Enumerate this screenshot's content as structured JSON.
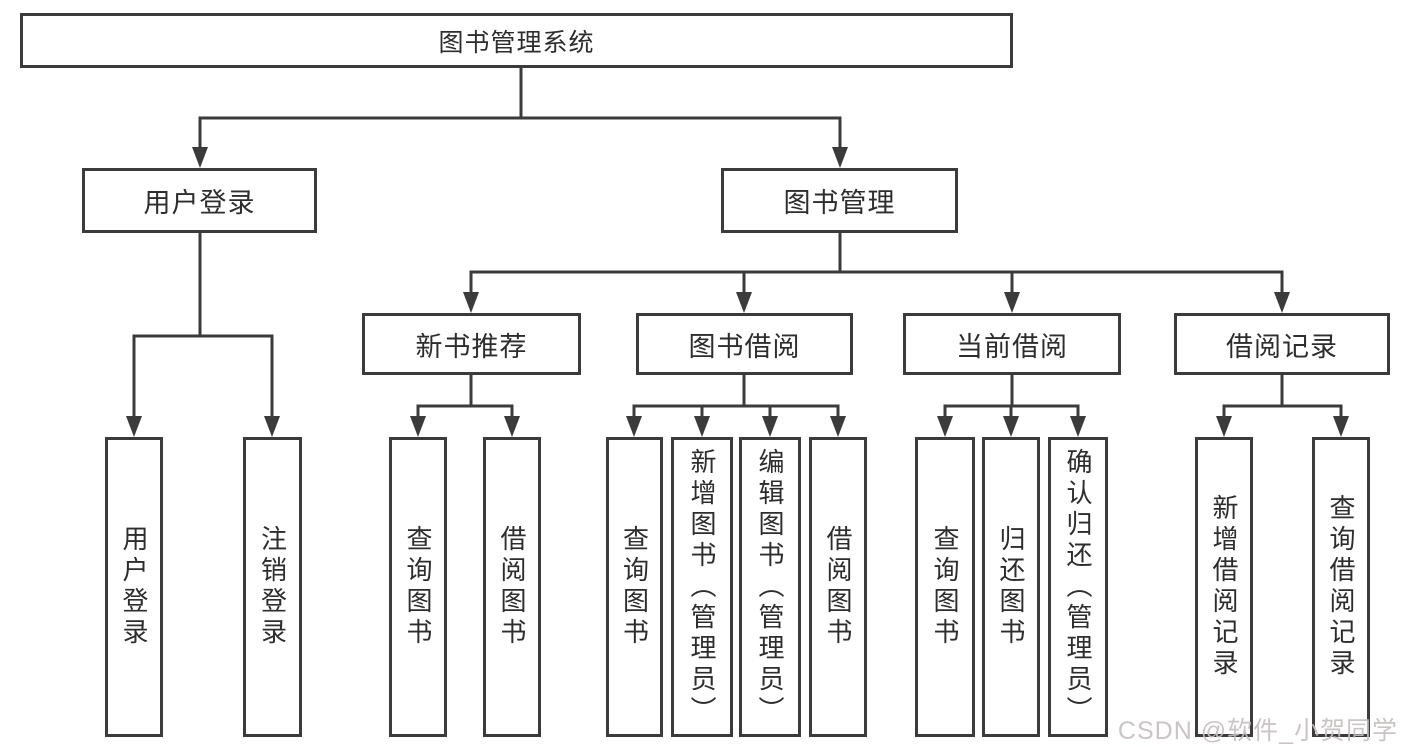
{
  "tree": {
    "root": {
      "label": "图书管理系统"
    },
    "login": {
      "label": "用户登录",
      "children": [
        {
          "label": "用户登录"
        },
        {
          "label": "注销登录"
        }
      ]
    },
    "management": {
      "label": "图书管理",
      "sections": [
        {
          "label": "新书推荐",
          "children": [
            {
              "label": "查询图书"
            },
            {
              "label": "借阅图书"
            }
          ]
        },
        {
          "label": "图书借阅",
          "children": [
            {
              "label": "查询图书"
            },
            {
              "label": "新增图书（管理员）"
            },
            {
              "label": "编辑图书（管理员）"
            },
            {
              "label": "借阅图书"
            }
          ]
        },
        {
          "label": "当前借阅",
          "children": [
            {
              "label": "查询图书"
            },
            {
              "label": "归还图书"
            },
            {
              "label": "确认归还（管理员）"
            }
          ]
        },
        {
          "label": "借阅记录",
          "children": [
            {
              "label": "新增借阅记录"
            },
            {
              "label": "查询借阅记录"
            }
          ]
        }
      ]
    }
  },
  "watermark": {
    "text": "CSDN @软件_小贺同学"
  },
  "colors": {
    "line": "#3b3b3b",
    "text": "#2d2d2d",
    "background": "#ffffff",
    "watermark": "#c6bebe"
  }
}
